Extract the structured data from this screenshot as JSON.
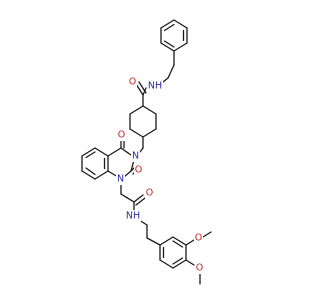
{
  "molecule": {
    "atom_labels": {
      "amide_nh_top": "NH",
      "amide_o_top": "O",
      "ring_n3": "N",
      "ring_n1": "N",
      "c4_oxo": "O",
      "c2_oxo": "O",
      "acetamide_o": "O",
      "amide_nh_bottom": "NH",
      "methoxy_o_upper": "O",
      "methoxy_o_lower": "O"
    },
    "colors": {
      "bond": "#1a1a1a",
      "carbon_text": "#1a1a1a",
      "nitrogen": "#2a2aa0",
      "oxygen": "#c0241d"
    }
  }
}
